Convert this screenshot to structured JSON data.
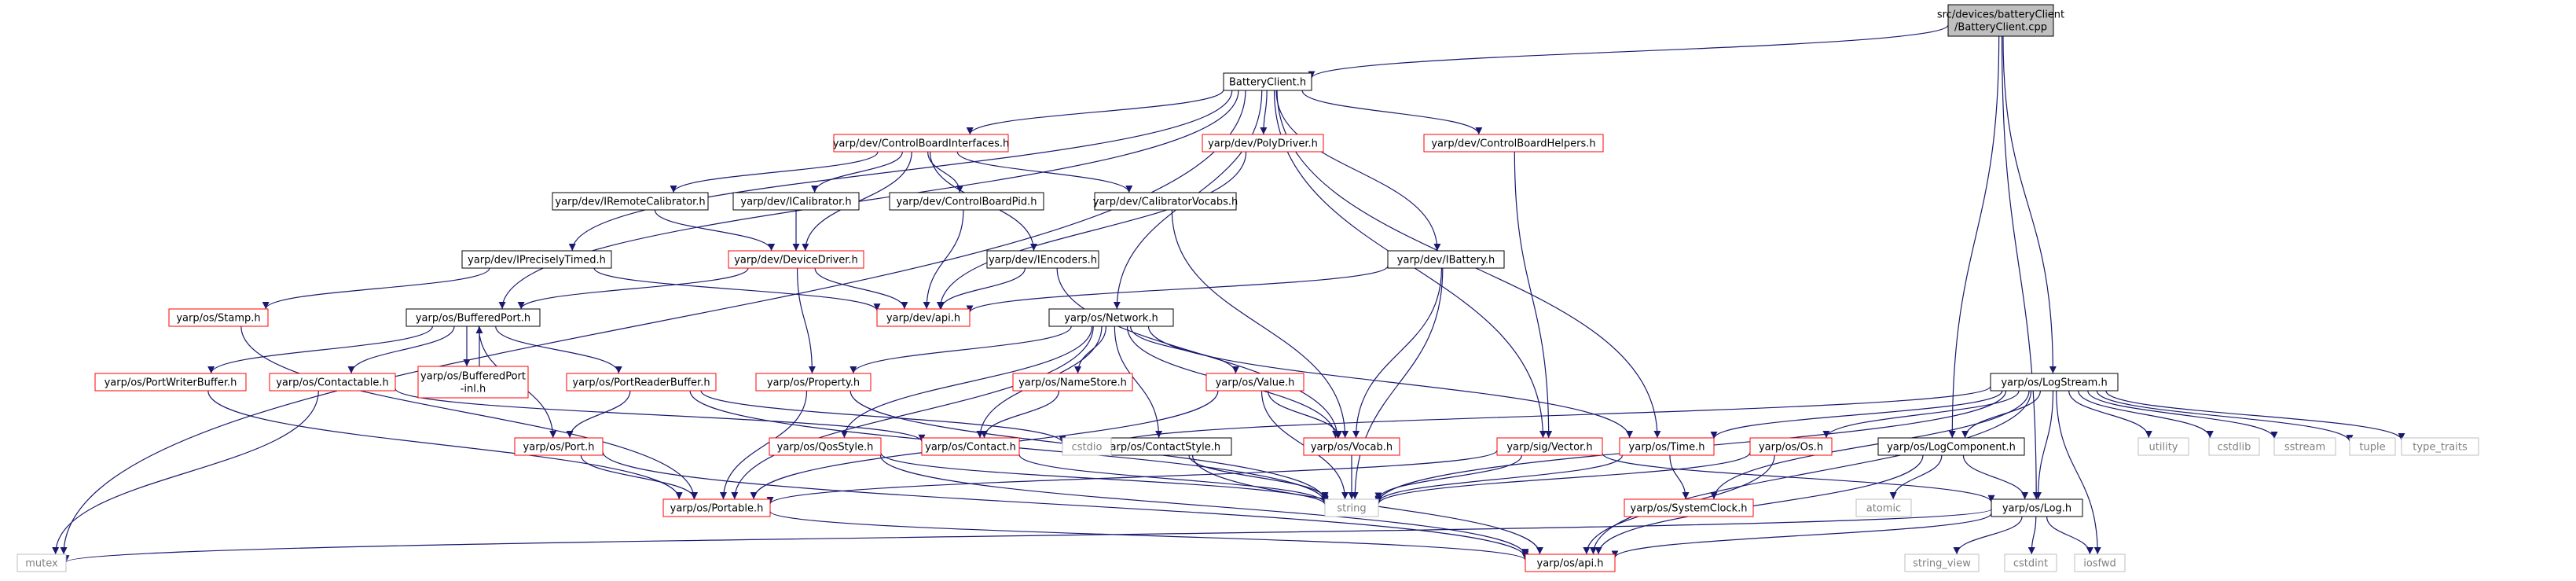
{
  "nodes": [
    {
      "id": "root",
      "label": "src/devices/batteryClient\n/BatteryClient.cpp",
      "kind": "root"
    },
    {
      "id": "bc",
      "label": "BatteryClient.h",
      "kind": "black"
    },
    {
      "id": "cbi",
      "label": "yarp/dev/ControlBoardInterfaces.h",
      "kind": "red"
    },
    {
      "id": "poly",
      "label": "yarp/dev/PolyDriver.h",
      "kind": "red"
    },
    {
      "id": "cbh",
      "label": "yarp/dev/ControlBoardHelpers.h",
      "kind": "red"
    },
    {
      "id": "irc",
      "label": "yarp/dev/IRemoteCalibrator.h",
      "kind": "black"
    },
    {
      "id": "ical",
      "label": "yarp/dev/ICalibrator.h",
      "kind": "black"
    },
    {
      "id": "cbpid",
      "label": "yarp/dev/ControlBoardPid.h",
      "kind": "black"
    },
    {
      "id": "calv",
      "label": "yarp/dev/CalibratorVocabs.h",
      "kind": "black"
    },
    {
      "id": "ipt",
      "label": "yarp/dev/IPreciselyTimed.h",
      "kind": "black"
    },
    {
      "id": "dd",
      "label": "yarp/dev/DeviceDriver.h",
      "kind": "red"
    },
    {
      "id": "ienc",
      "label": "yarp/dev/IEncoders.h",
      "kind": "black"
    },
    {
      "id": "ibat",
      "label": "yarp/dev/IBattery.h",
      "kind": "black"
    },
    {
      "id": "stamp",
      "label": "yarp/os/Stamp.h",
      "kind": "red"
    },
    {
      "id": "bport",
      "label": "yarp/os/BufferedPort.h",
      "kind": "black"
    },
    {
      "id": "devapi",
      "label": "yarp/dev/api.h",
      "kind": "red"
    },
    {
      "id": "net",
      "label": "yarp/os/Network.h",
      "kind": "black"
    },
    {
      "id": "pwb",
      "label": "yarp/os/PortWriterBuffer.h",
      "kind": "red"
    },
    {
      "id": "cont",
      "label": "yarp/os/Contactable.h",
      "kind": "red"
    },
    {
      "id": "bpinl",
      "label": "yarp/os/BufferedPort\n-inl.h",
      "kind": "red"
    },
    {
      "id": "prb",
      "label": "yarp/os/PortReaderBuffer.h",
      "kind": "red"
    },
    {
      "id": "prop",
      "label": "yarp/os/Property.h",
      "kind": "red"
    },
    {
      "id": "ns",
      "label": "yarp/os/NameStore.h",
      "kind": "red"
    },
    {
      "id": "val",
      "label": "yarp/os/Value.h",
      "kind": "red"
    },
    {
      "id": "port",
      "label": "yarp/os/Port.h",
      "kind": "red"
    },
    {
      "id": "qos",
      "label": "yarp/os/QosStyle.h",
      "kind": "red"
    },
    {
      "id": "contact",
      "label": "yarp/os/Contact.h",
      "kind": "red"
    },
    {
      "id": "cstyle",
      "label": "yarp/os/ContactStyle.h",
      "kind": "black"
    },
    {
      "id": "vocab",
      "label": "yarp/os/Vocab.h",
      "kind": "red"
    },
    {
      "id": "vector",
      "label": "yarp/sig/Vector.h",
      "kind": "red"
    },
    {
      "id": "time",
      "label": "yarp/os/Time.h",
      "kind": "red"
    },
    {
      "id": "osos",
      "label": "yarp/os/Os.h",
      "kind": "red"
    },
    {
      "id": "lcomp",
      "label": "yarp/os/LogComponent.h",
      "kind": "black"
    },
    {
      "id": "lstream",
      "label": "yarp/os/LogStream.h",
      "kind": "black"
    },
    {
      "id": "portable",
      "label": "yarp/os/Portable.h",
      "kind": "red"
    },
    {
      "id": "string",
      "label": "string",
      "kind": "gray"
    },
    {
      "id": "sysclock",
      "label": "yarp/os/SystemClock.h",
      "kind": "red"
    },
    {
      "id": "log",
      "label": "yarp/os/Log.h",
      "kind": "black"
    },
    {
      "id": "osapi",
      "label": "yarp/os/api.h",
      "kind": "red"
    },
    {
      "id": "mutex",
      "label": "mutex",
      "kind": "gray"
    },
    {
      "id": "cstdio",
      "label": "cstdio",
      "kind": "gray"
    },
    {
      "id": "atomic",
      "label": "atomic",
      "kind": "gray"
    },
    {
      "id": "utility",
      "label": "utility",
      "kind": "gray"
    },
    {
      "id": "cstdlib",
      "label": "cstdlib",
      "kind": "gray"
    },
    {
      "id": "sstream",
      "label": "sstream",
      "kind": "gray"
    },
    {
      "id": "tuple",
      "label": "tuple",
      "kind": "gray"
    },
    {
      "id": "ttraits",
      "label": "type_traits",
      "kind": "gray"
    },
    {
      "id": "sview",
      "label": "string_view",
      "kind": "gray"
    },
    {
      "id": "cstdint",
      "label": "cstdint",
      "kind": "gray"
    },
    {
      "id": "iosfwd",
      "label": "iosfwd",
      "kind": "gray"
    }
  ],
  "edges": [
    [
      "root",
      "bc"
    ],
    [
      "root",
      "lcomp"
    ],
    [
      "root",
      "lstream"
    ],
    [
      "root",
      "log"
    ],
    [
      "bc",
      "mutex"
    ],
    [
      "bc",
      "cbi"
    ],
    [
      "bc",
      "poly"
    ],
    [
      "bc",
      "cbh"
    ],
    [
      "bc",
      "ipt"
    ],
    [
      "bc",
      "bport"
    ],
    [
      "bc",
      "net"
    ],
    [
      "bc",
      "ibat"
    ],
    [
      "bc",
      "vector"
    ],
    [
      "bc",
      "time"
    ],
    [
      "cbi",
      "irc"
    ],
    [
      "cbi",
      "ical"
    ],
    [
      "cbi",
      "cbpid"
    ],
    [
      "cbi",
      "calv"
    ],
    [
      "cbi",
      "dd"
    ],
    [
      "cbi",
      "ienc"
    ],
    [
      "poly",
      "devapi"
    ],
    [
      "cbh",
      "vector"
    ],
    [
      "irc",
      "dd"
    ],
    [
      "ical",
      "dd"
    ],
    [
      "cbpid",
      "devapi"
    ],
    [
      "calv",
      "vocab"
    ],
    [
      "ipt",
      "devapi"
    ],
    [
      "ipt",
      "stamp"
    ],
    [
      "dd",
      "devapi"
    ],
    [
      "dd",
      "bport"
    ],
    [
      "dd",
      "prop"
    ],
    [
      "ienc",
      "devapi"
    ],
    [
      "ienc",
      "vocab"
    ],
    [
      "ibat",
      "devapi"
    ],
    [
      "ibat",
      "vocab"
    ],
    [
      "ibat",
      "string"
    ],
    [
      "stamp",
      "portable"
    ],
    [
      "bport",
      "pwb"
    ],
    [
      "bport",
      "cont"
    ],
    [
      "bport",
      "bpinl"
    ],
    [
      "bport",
      "prb"
    ],
    [
      "bport",
      "port"
    ],
    [
      "bpinl",
      "bport"
    ],
    [
      "net",
      "prop"
    ],
    [
      "net",
      "ns"
    ],
    [
      "net",
      "val"
    ],
    [
      "net",
      "qos"
    ],
    [
      "net",
      "contact"
    ],
    [
      "net",
      "cstyle"
    ],
    [
      "net",
      "vocab"
    ],
    [
      "net",
      "portable"
    ],
    [
      "net",
      "time"
    ],
    [
      "pwb",
      "portable"
    ],
    [
      "cont",
      "mutex"
    ],
    [
      "cont",
      "contact"
    ],
    [
      "prb",
      "port"
    ],
    [
      "prb",
      "cstdio"
    ],
    [
      "prb",
      "string"
    ],
    [
      "prop",
      "portable"
    ],
    [
      "prop",
      "string"
    ],
    [
      "ns",
      "contact"
    ],
    [
      "val",
      "vocab"
    ],
    [
      "val",
      "portable"
    ],
    [
      "val",
      "string"
    ],
    [
      "port",
      "portable"
    ],
    [
      "port",
      "osapi"
    ],
    [
      "qos",
      "string"
    ],
    [
      "qos",
      "osapi"
    ],
    [
      "contact",
      "string"
    ],
    [
      "cstyle",
      "string"
    ],
    [
      "cstyle",
      "osapi"
    ],
    [
      "vocab",
      "string"
    ],
    [
      "vector",
      "portable"
    ],
    [
      "vector",
      "string"
    ],
    [
      "vector",
      "log"
    ],
    [
      "time",
      "sysclock"
    ],
    [
      "time",
      "string"
    ],
    [
      "osos",
      "string"
    ],
    [
      "osos",
      "osapi"
    ],
    [
      "lcomp",
      "log"
    ],
    [
      "lcomp",
      "atomic"
    ],
    [
      "lcomp",
      "osapi"
    ],
    [
      "lstream",
      "cstdio"
    ],
    [
      "lstream",
      "time"
    ],
    [
      "lstream",
      "osos"
    ],
    [
      "lstream",
      "lcomp"
    ],
    [
      "lstream",
      "string"
    ],
    [
      "lstream",
      "sysclock"
    ],
    [
      "lstream",
      "log"
    ],
    [
      "lstream",
      "osapi"
    ],
    [
      "lstream",
      "utility"
    ],
    [
      "lstream",
      "cstdlib"
    ],
    [
      "lstream",
      "sstream"
    ],
    [
      "lstream",
      "tuple"
    ],
    [
      "lstream",
      "ttraits"
    ],
    [
      "lstream",
      "iosfwd"
    ],
    [
      "portable",
      "osapi"
    ],
    [
      "log",
      "mutex"
    ],
    [
      "log",
      "osapi"
    ],
    [
      "log",
      "sview"
    ],
    [
      "log",
      "cstdint"
    ],
    [
      "log",
      "iosfwd"
    ]
  ],
  "colors": {
    "black_border": "#000000",
    "red_border": "#ff0000",
    "gray_border": "#bfbfbf",
    "root_fill": "#bfbfbf",
    "edge": "#191970",
    "text": "#000000",
    "gray_text": "#808080"
  }
}
